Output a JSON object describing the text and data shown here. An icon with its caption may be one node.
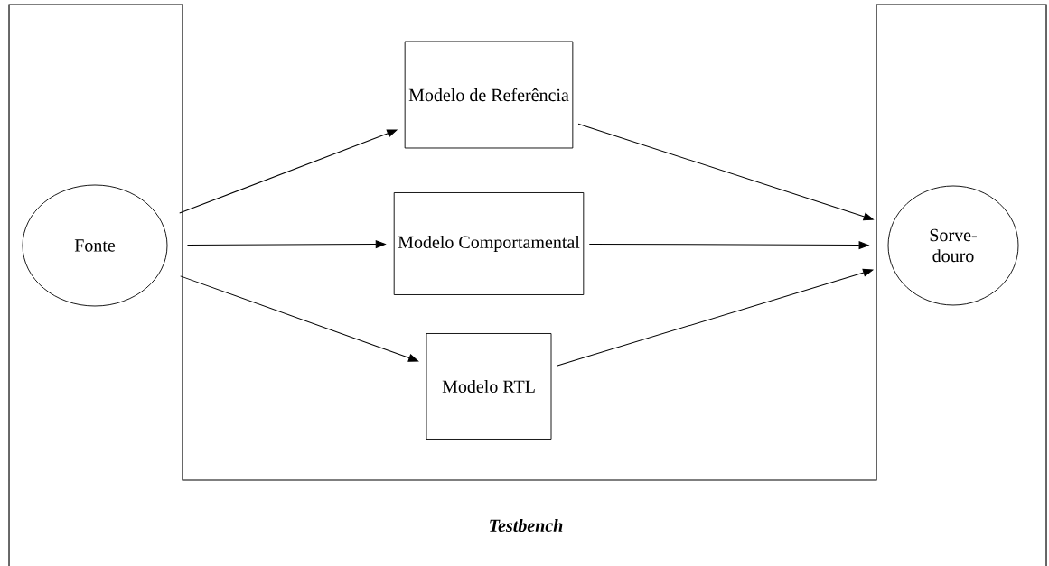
{
  "diagram": {
    "nodes": [
      {
        "text": [
          "Testbench"
        ]
      },
      {
        "text": [
          "Fonte"
        ],
        "in": 0
      },
      {
        "text": [
          "Modelo de Referência"
        ],
        "in": 0
      },
      {
        "text": [
          "Modelo Comportamental"
        ],
        "in": 0
      },
      {
        "text": [
          "Modelo RTL"
        ],
        "in": 0
      },
      {
        "text": [
          "Sorve-douro"
        ],
        "in": 0
      }
    ],
    "edges": [
      {
        "from": 1,
        "to": 2,
        "arrow": "to"
      },
      {
        "from": 1,
        "to": 3,
        "arrow": "to"
      },
      {
        "from": 1,
        "to": 4,
        "arrow": "to"
      },
      {
        "from": 2,
        "to": 5,
        "arrow": "to"
      },
      {
        "from": 3,
        "to": 5,
        "arrow": "to"
      },
      {
        "from": 4,
        "to": 5,
        "arrow": "to"
      }
    ]
  }
}
